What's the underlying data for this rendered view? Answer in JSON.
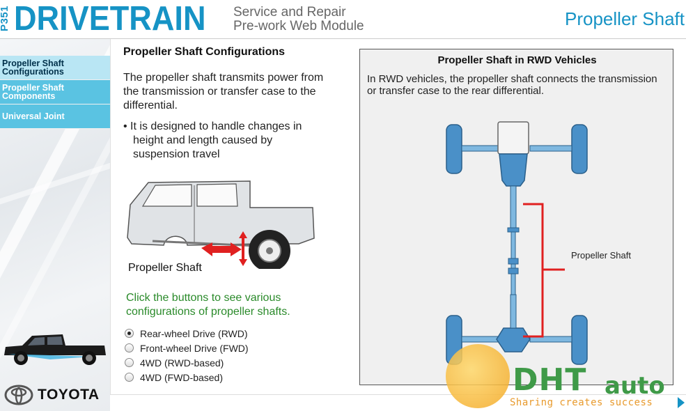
{
  "header": {
    "course_code": "P351",
    "brand": "DRIVETRAIN",
    "subtitle_line1": "Service and Repair",
    "subtitle_line2": "Pre-work Web Module",
    "section_title": "Propeller Shaft"
  },
  "sidebar": {
    "items": [
      {
        "label": "Propeller Shaft Configurations",
        "active": true
      },
      {
        "label": "Propeller Shaft Components",
        "active": false
      },
      {
        "label": "Universal Joint",
        "active": false
      }
    ],
    "brand_logo_text": "TOYOTA"
  },
  "main": {
    "heading": "Propeller Shaft Configurations",
    "intro": "The propeller shaft transmits power from the transmission or transfer case to the differential.",
    "bullet": "• It is designed to handle changes in height and length caused by suspension travel",
    "truck_label": "Propeller Shaft",
    "instruction": "Click the buttons to see various configurations of propeller shafts.",
    "options": [
      {
        "label": "Rear-wheel Drive (RWD)",
        "checked": true
      },
      {
        "label": "Front-wheel Drive (FWD)",
        "checked": false
      },
      {
        "label": "4WD (RWD-based)",
        "checked": false
      },
      {
        "label": "4WD (FWD-based)",
        "checked": false
      }
    ]
  },
  "panel": {
    "title": "Propeller Shaft in RWD Vehicles",
    "description": "In RWD vehicles, the propeller shaft connects the transmission or transfer case to the rear differential.",
    "callout": "Propeller Shaft"
  },
  "watermark": {
    "logo": "DHT",
    "logo_suffix": "auto",
    "tagline": "Sharing creates success"
  },
  "colors": {
    "brand_blue": "#1693c5",
    "nav_blue": "#5ac3e2",
    "nav_active": "#b9e6f4",
    "instruction_green": "#2a8a2a",
    "callout_red": "#e02020"
  }
}
